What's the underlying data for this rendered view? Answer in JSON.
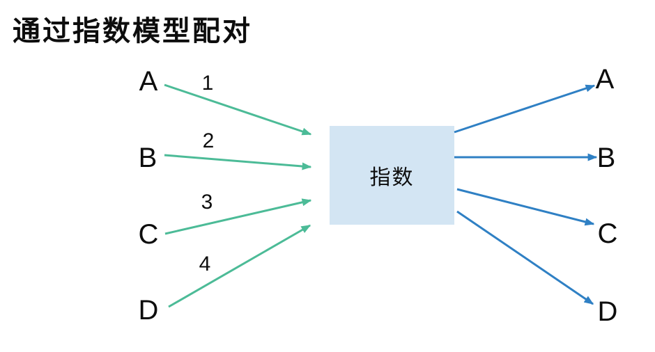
{
  "title": "通过指数模型配对",
  "colors": {
    "source_arrow": "#4cbb97",
    "target_arrow": "#2f80c4",
    "box_fill": "#d3e5f3",
    "text": "#0d0d0d"
  },
  "diagram": {
    "center_box_label": "指数",
    "sources": [
      {
        "label": "A",
        "arrow_label": "1"
      },
      {
        "label": "B",
        "arrow_label": "2"
      },
      {
        "label": "C",
        "arrow_label": "3"
      },
      {
        "label": "D",
        "arrow_label": "4"
      }
    ],
    "targets": [
      {
        "label": "A"
      },
      {
        "label": "B"
      },
      {
        "label": "C"
      },
      {
        "label": "D"
      }
    ]
  }
}
